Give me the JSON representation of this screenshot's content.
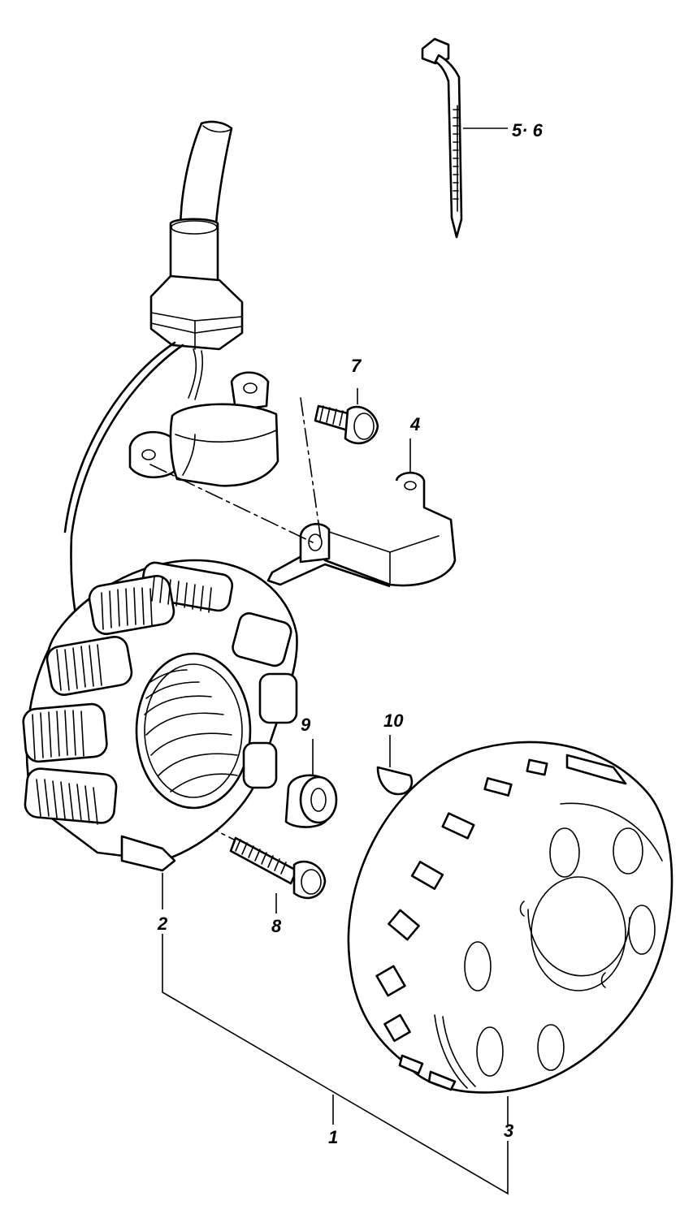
{
  "diagram": {
    "callouts": {
      "part_1": "1",
      "part_2": "2",
      "part_3": "3",
      "part_4": "4",
      "part_5_6": "5· 6",
      "part_7": "7",
      "part_8": "8",
      "part_9": "9",
      "part_10": "10"
    },
    "colors": {
      "ink": "#000000",
      "paper": "#ffffff"
    }
  }
}
